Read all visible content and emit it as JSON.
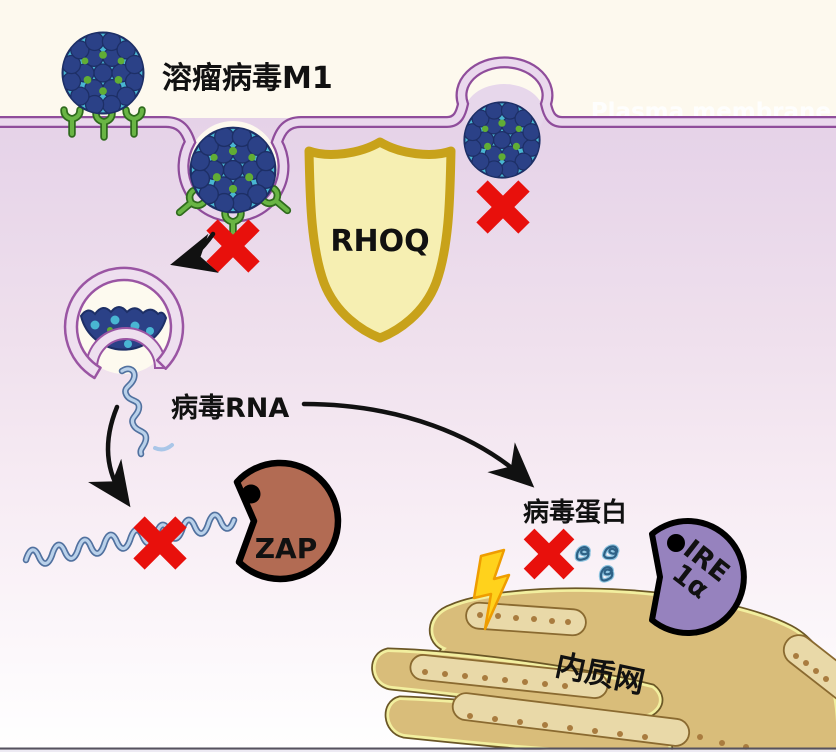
{
  "figure": {
    "watermark": "Plasma membrane",
    "labels": {
      "oncolytic_virus": "溶瘤病毒M1",
      "rhoq": "RHOQ",
      "viral_rna": "病毒RNA",
      "zap": "ZAP",
      "viral_protein": "病毒蛋白",
      "ire1a_top": "IRE",
      "ire1a_bottom": "1α",
      "er": "内质网"
    },
    "colors": {
      "extracellular_bg": "#fdf9ee",
      "cytoplasm_top": "#e5d2e8",
      "membrane_line": "#8f4d9b",
      "membrane_band": "#ead8ed",
      "virus_capsomer": "#2b4187",
      "virus_surface": "#49b6d2",
      "virus_spot": "#61ad35",
      "receptor_green": "#69b544",
      "shield_fill": "#f6efb2",
      "shield_border": "#c8a21a",
      "block_x_red": "#e8100c",
      "zap_fill": "#b26b53",
      "ire1a_fill": "#9682be",
      "rna_light": "#b9d1ea",
      "rna_dark": "#51719f",
      "er_fill": "#d9bd7a",
      "er_pale_outline": "#f2ef9f",
      "er_dark_outline": "#6b5726",
      "lightning_fill": "#ffd21c",
      "lightning_border": "#ef9d00",
      "arrow_black": "#111111"
    }
  }
}
